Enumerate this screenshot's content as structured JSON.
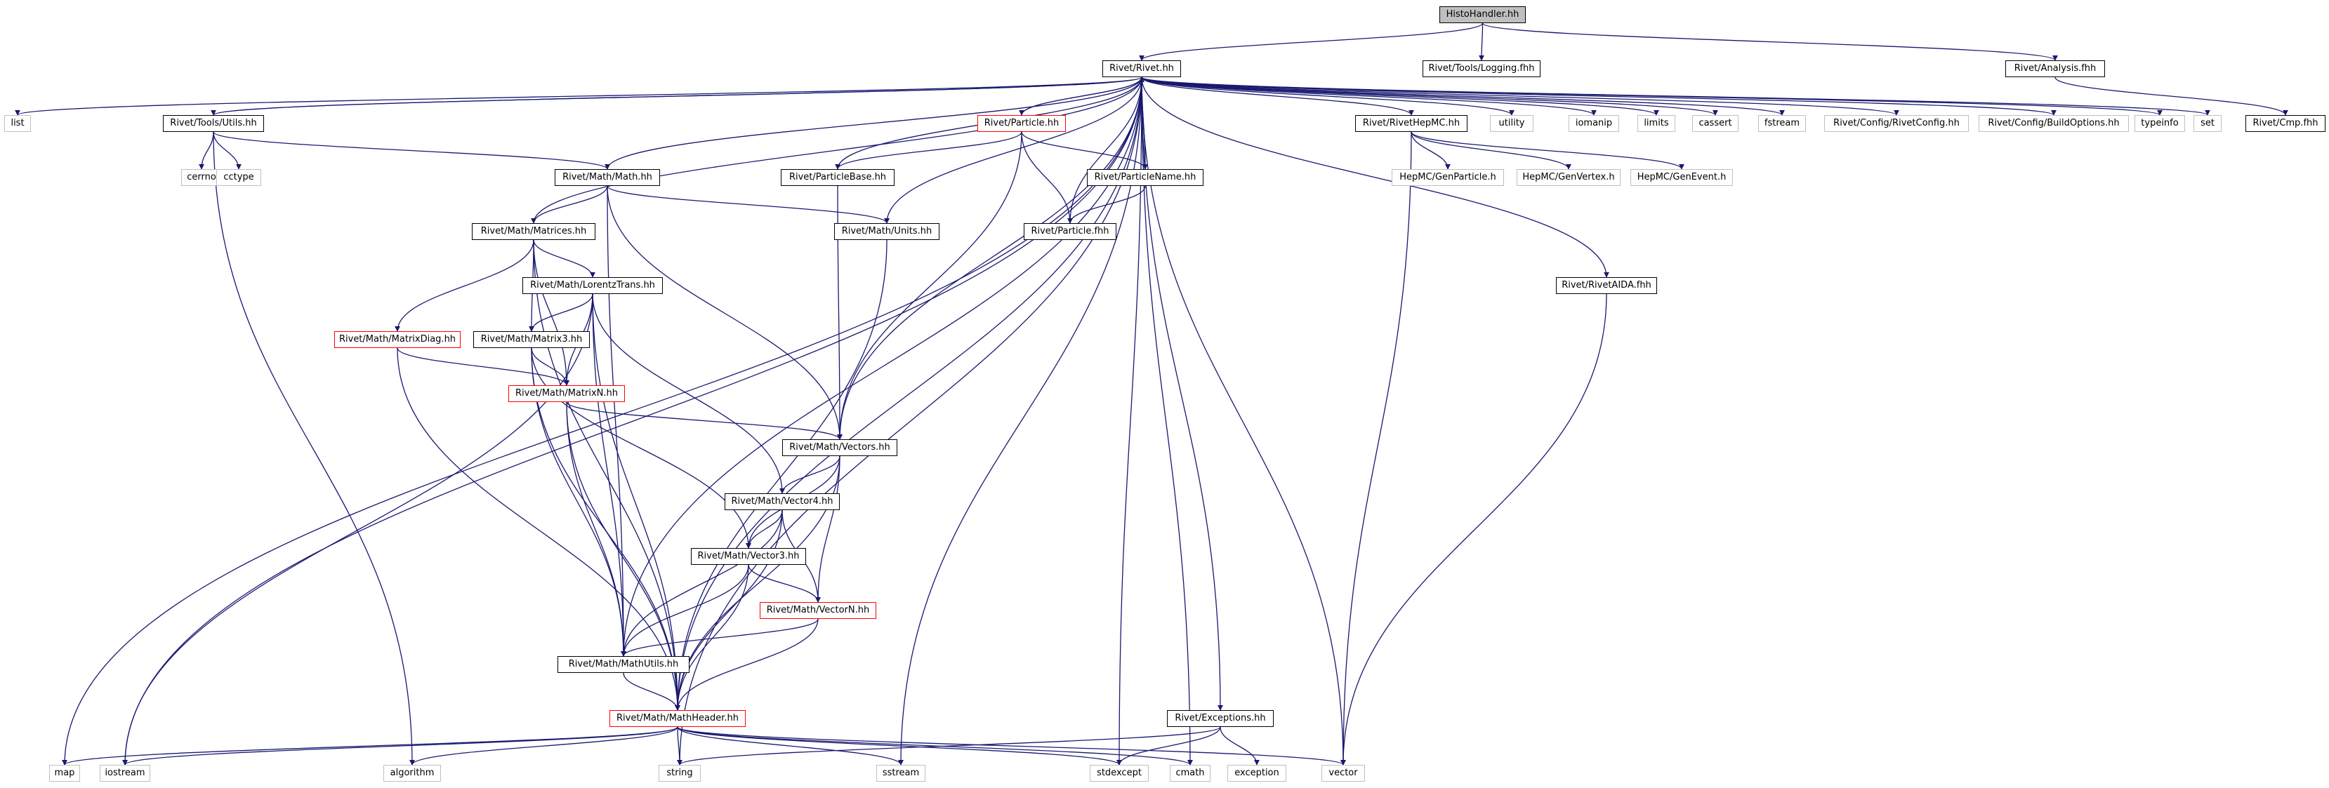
{
  "nodes": {
    "histohandler": "HistoHandler.hh",
    "rivet": "Rivet/Rivet.hh",
    "logging": "Rivet/Tools/Logging.fhh",
    "analysis": "Rivet/Analysis.fhh",
    "list": "list",
    "utils": "Rivet/Tools/Utils.hh",
    "particle": "Rivet/Particle.hh",
    "utility": "utility",
    "iomanip": "iomanip",
    "limits": "limits",
    "cassert": "cassert",
    "fstream": "fstream",
    "rivetconfig": "Rivet/Config/RivetConfig.hh",
    "buildoptions": "Rivet/Config/BuildOptions.hh",
    "typeinfo": "typeinfo",
    "set": "set",
    "cmp": "Rivet/Cmp.fhh",
    "rivethepmc": "Rivet/RivetHepMC.hh",
    "cerrno": "cerrno",
    "cctype": "cctype",
    "math": "Rivet/Math/Math.hh",
    "particlebase": "Rivet/ParticleBase.hh",
    "particlename": "Rivet/ParticleName.hh",
    "genparticle": "HepMC/GenParticle.h",
    "genvertex": "HepMC/GenVertex.h",
    "genevent": "HepMC/GenEvent.h",
    "matrices": "Rivet/Math/Matrices.hh",
    "units": "Rivet/Math/Units.hh",
    "particlefhh": "Rivet/Particle.fhh",
    "lorentztrans": "Rivet/Math/LorentzTrans.hh",
    "rivetaida": "Rivet/RivetAIDA.fhh",
    "matrixdiag": "Rivet/Math/MatrixDiag.hh",
    "matrix3": "Rivet/Math/Matrix3.hh",
    "matrixn": "Rivet/Math/MatrixN.hh",
    "vectors": "Rivet/Math/Vectors.hh",
    "vector4": "Rivet/Math/Vector4.hh",
    "vector3": "Rivet/Math/Vector3.hh",
    "vectorn": "Rivet/Math/VectorN.hh",
    "mathutils": "Rivet/Math/MathUtils.hh",
    "exceptions": "Rivet/Exceptions.hh",
    "mathheader": "Rivet/Math/MathHeader.hh",
    "map": "map",
    "iostream": "iostream",
    "algorithm": "algorithm",
    "string": "string",
    "sstream": "sstream",
    "stdexcept": "stdexcept",
    "cmath": "cmath",
    "exception": "exception",
    "vector": "vector"
  },
  "colors": {
    "edge": "#191970",
    "root_fill": "#bfbfbf",
    "documented_border": "#000000",
    "undocumented_border": "#ff0000",
    "system_border": "#bfbfbf"
  }
}
